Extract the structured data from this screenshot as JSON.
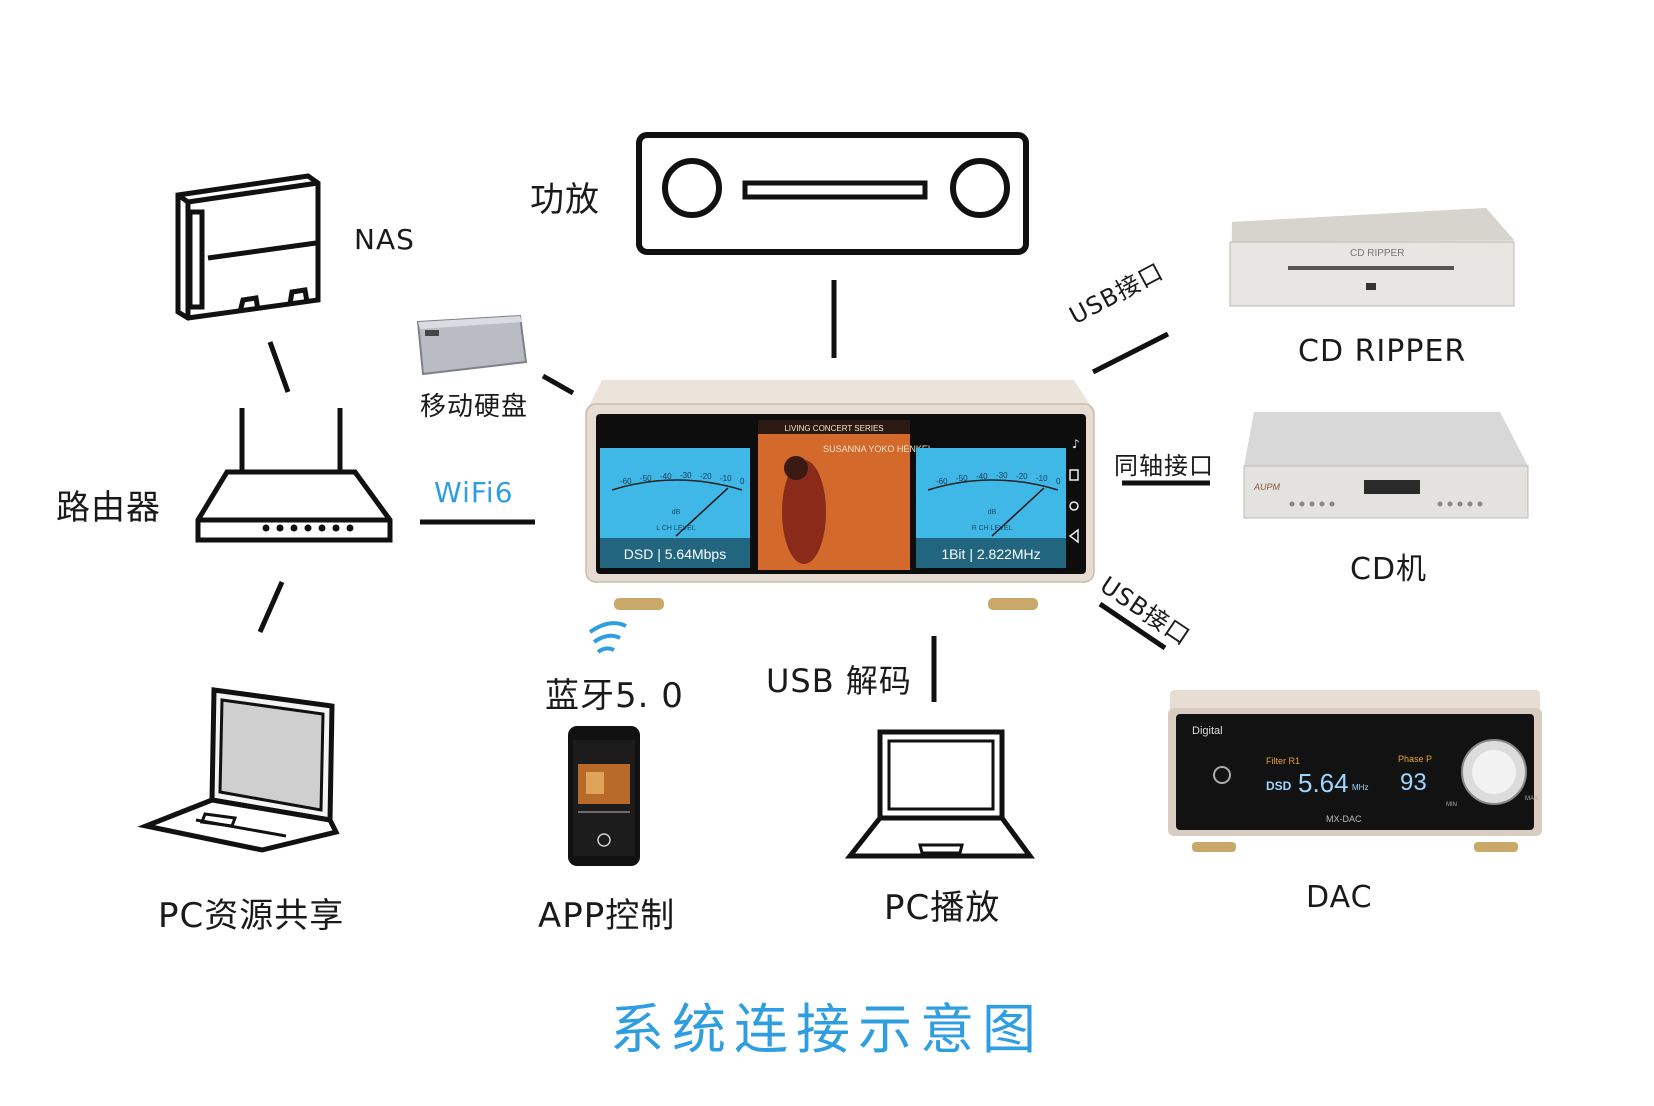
{
  "diagram_title": "系统连接示意图",
  "devices": {
    "amp": "功放",
    "nas": "NAS",
    "portable_drive": "移动硬盘",
    "router": "路由器",
    "wifi": "WiFi6",
    "pc_share": "PC资源共享",
    "bluetooth": "蓝牙5. 0",
    "app": "APP控制",
    "usb_decode": "USB 解码",
    "pc_play": "PC播放",
    "cd_ripper": "CD RIPPER",
    "cd_player": "CD机",
    "dac": "DAC"
  },
  "connections": {
    "usb_top": "USB接口",
    "coaxial": "同轴接口",
    "usb_bottom": "USB接口"
  },
  "main_unit": {
    "left_meter_status": "DSD | 5.64Mbps",
    "right_meter_status": "1Bit | 2.822MHz",
    "left_meter_label": "L CH LEVEL",
    "right_meter_label": "R CH LEVEL",
    "meter_scale": [
      "-60",
      "-50",
      "-40",
      "-30",
      "-20",
      "-10",
      "0"
    ],
    "meter_unit": "dB",
    "album_series": "LIVING CONCERT SERIES",
    "album_artist": "SUSANNA YOKO HENKEL"
  },
  "cd_ripper_face": "CD RIPPER",
  "dac_panel": {
    "brand": "Digital",
    "filter": "Filter R1",
    "phase": "Phase P",
    "format": "DSD",
    "rate": "5.64",
    "rate_unit": "MHz",
    "volume": "93",
    "model": "MX-DAC",
    "knob_min": "MIN",
    "knob_max": "MAX"
  },
  "colors": {
    "accent": "#2f9ee0",
    "meter_bg": "#3fb8e8",
    "unit_body": "#e9e0d8",
    "brass": "#c9a96a"
  }
}
